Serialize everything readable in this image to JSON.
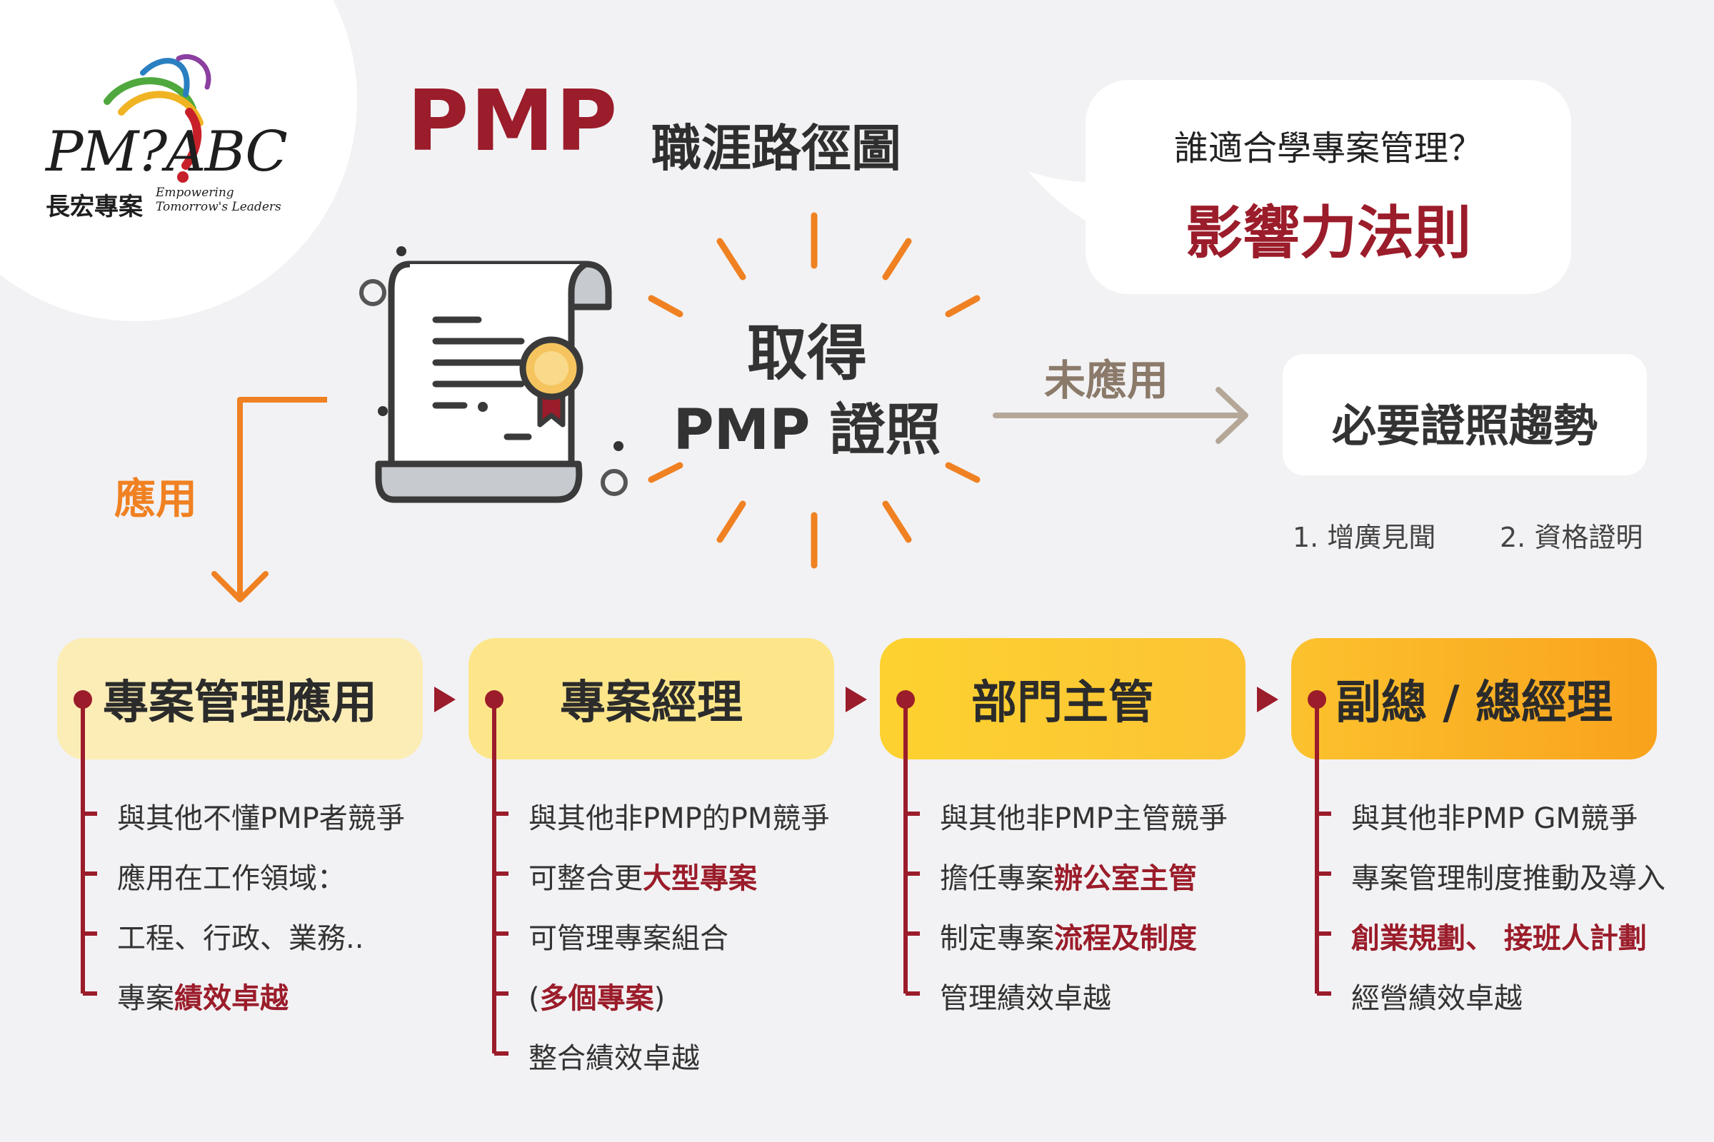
{
  "logo": {
    "main": "PM?ABC",
    "chinese": "長宏專案",
    "tagline": "Empowering\nTomorrow's Leaders"
  },
  "title": {
    "pmp": "PMP",
    "rest": "職涯路徑圖"
  },
  "bubble": {
    "question": "誰適合學專案管理？",
    "rule": "影響力法則"
  },
  "center": {
    "line1": "取得",
    "line2": "PMP 證照"
  },
  "not_applied": {
    "label": "未應用",
    "trend": "必要證照趨勢",
    "items": [
      "1. 增廣見聞",
      "2. 資格證明"
    ]
  },
  "applied": {
    "label": "應用"
  },
  "stages": [
    {
      "title": "專案管理應用",
      "items": [
        {
          "pre": "與其他不懂PMP者競爭",
          "hl": "",
          "post": ""
        },
        {
          "pre": "應用在工作領域：",
          "hl": "",
          "post": ""
        },
        {
          "pre": "工程、行政、業務..",
          "hl": "",
          "post": ""
        },
        {
          "pre": "專案",
          "hl": "績效卓越",
          "post": ""
        }
      ]
    },
    {
      "title": "專案經理",
      "items": [
        {
          "pre": "與其他非PMP的PM競爭",
          "hl": "",
          "post": ""
        },
        {
          "pre": "可整合更",
          "hl": "大型專案",
          "post": ""
        },
        {
          "pre": "可管理專案組合",
          "hl": "",
          "post": ""
        },
        {
          "pre": "(",
          "hl": "多個專案",
          "post": ")"
        },
        {
          "pre": "整合績效卓越",
          "hl": "",
          "post": ""
        }
      ]
    },
    {
      "title": "部門主管",
      "items": [
        {
          "pre": "與其他非PMP主管競爭",
          "hl": "",
          "post": ""
        },
        {
          "pre": "擔任專案",
          "hl": "辦公室主管",
          "post": ""
        },
        {
          "pre": "制定專案",
          "hl": "流程及制度",
          "post": ""
        },
        {
          "pre": "管理績效卓越",
          "hl": "",
          "post": ""
        }
      ]
    },
    {
      "title": "副總 / 總經理",
      "items": [
        {
          "pre": "與其他非PMP GM競爭",
          "hl": "",
          "post": ""
        },
        {
          "pre": "專案管理制度推動及導入",
          "hl": "",
          "post": ""
        },
        {
          "pre": "",
          "hl": "創業規劃、 接班人計劃",
          "post": ""
        },
        {
          "pre": "經營績效卓越",
          "hl": "",
          "post": ""
        }
      ]
    }
  ],
  "colors": {
    "accent_red": "#9b1c2a",
    "orange": "#f08122",
    "brown_arrow": "#b5a797",
    "timeline": "#9b1c2a"
  }
}
